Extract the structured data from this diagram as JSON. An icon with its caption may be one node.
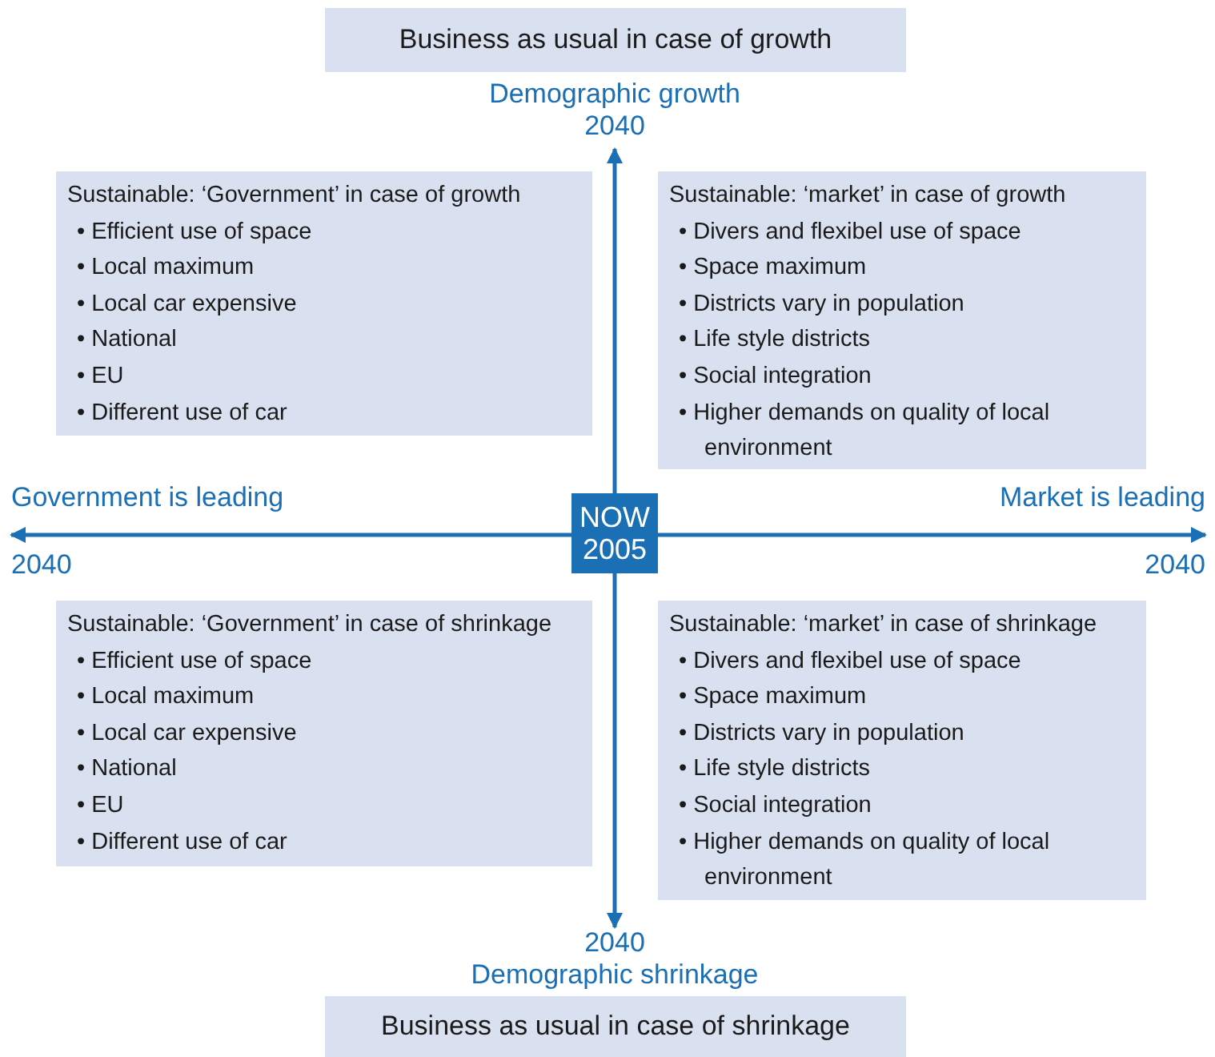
{
  "diagram": {
    "nodes": [
      {
        "text": [
          "Business as usual in case of growth"
        ]
      },
      {
        "text": [
          "Demographic growth",
          "2040"
        ]
      },
      {
        "text": [
          "Sustainable: ‘Government’ in case of growth",
          "• Efficient use of space",
          "• Local maximum",
          "• Local car expensive",
          "• National",
          "• EU",
          "• Different use of car"
        ]
      },
      {
        "text": [
          "Sustainable: ‘market’ in case of growth",
          "• Divers and flexibel use of space",
          "• Space maximum",
          "• Districts vary in population",
          "• Life style districts",
          "• Social integration",
          "• Higher demands on quality of local environment"
        ]
      },
      {
        "text": [
          "Government is leading",
          "2040"
        ]
      },
      {
        "text": [
          "NOW 2005"
        ]
      },
      {
        "text": [
          "Market is leading",
          "2040"
        ]
      },
      {
        "text": [
          "Sustainable: ‘Government’ in case of shrinkage",
          "• Efficient use of space",
          "• Local maximum",
          "• Local car expensive",
          "• National",
          "• EU",
          "• Different use of car"
        ]
      },
      {
        "text": [
          "Sustainable: ‘market’ in case of shrinkage",
          "• Divers and flexibel use of space",
          "• Space maximum",
          "• Districts vary in population",
          "• Life style districts",
          "• Social integration",
          "• Higher demands on quality of local environment"
        ]
      },
      {
        "text": [
          "2040",
          "Demographic shrinkage"
        ]
      },
      {
        "text": [
          "Business as usual in case of shrinkage"
        ]
      }
    ],
    "edges": [
      {
        "from": 5,
        "to": 1,
        "arrow": "to"
      },
      {
        "from": 5,
        "to": 4,
        "arrow": "to"
      },
      {
        "from": 5,
        "to": 6,
        "arrow": "to"
      },
      {
        "from": 5,
        "to": 9,
        "arrow": "to"
      }
    ]
  }
}
